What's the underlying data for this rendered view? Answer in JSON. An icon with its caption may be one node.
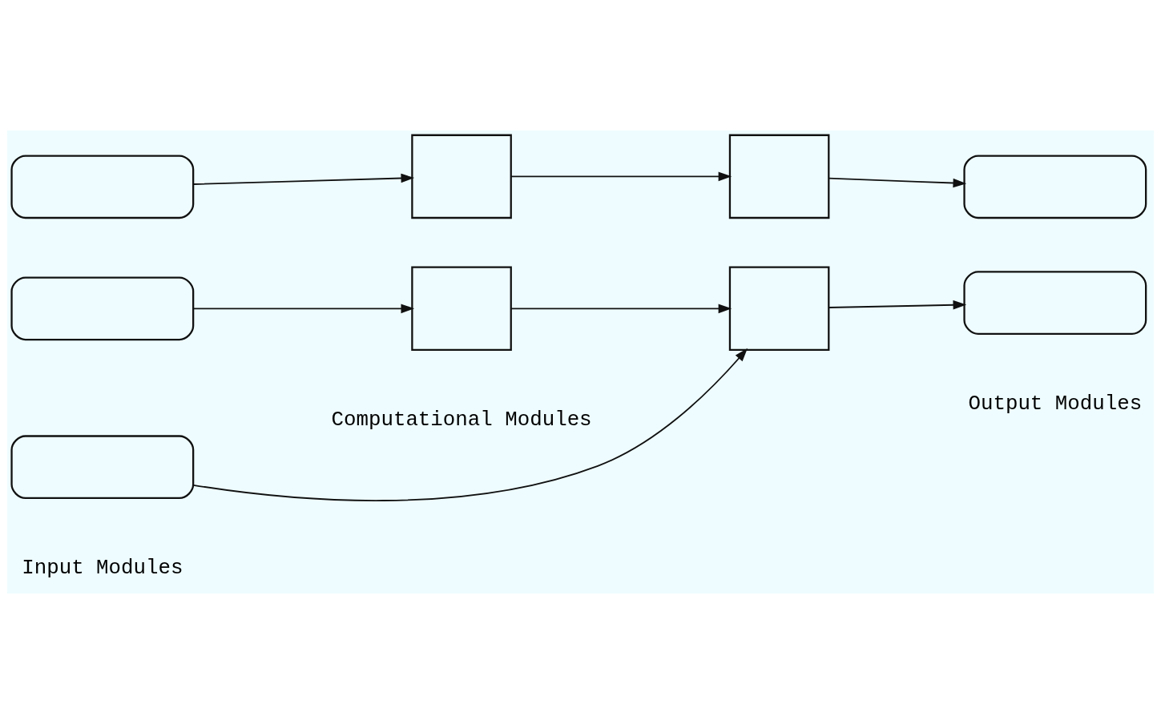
{
  "diagram": {
    "nodes": [
      {
        "text": [],
        "shape": "oval"
      },
      {
        "text": [],
        "shape": "oval"
      },
      {
        "text": [],
        "shape": "oval"
      },
      {
        "text": [],
        "shape": "box"
      },
      {
        "text": [],
        "shape": "box"
      },
      {
        "text": [],
        "shape": "box"
      },
      {
        "text": [],
        "shape": "box"
      },
      {
        "text": [],
        "shape": "oval"
      },
      {
        "text": [],
        "shape": "oval"
      }
    ],
    "edges": [
      {
        "from": 0,
        "to": 3,
        "arrow": "to"
      },
      {
        "from": 3,
        "to": 5,
        "arrow": "to"
      },
      {
        "from": 5,
        "to": 7,
        "arrow": "to"
      },
      {
        "from": 1,
        "to": 4,
        "arrow": "to"
      },
      {
        "from": 4,
        "to": 6,
        "arrow": "to"
      },
      {
        "from": 2,
        "to": 6,
        "arrow": "to"
      },
      {
        "from": 6,
        "to": 8,
        "arrow": "to"
      }
    ],
    "labels": [
      "Input Modules",
      "Computational Modules",
      "Output Modules"
    ]
  }
}
